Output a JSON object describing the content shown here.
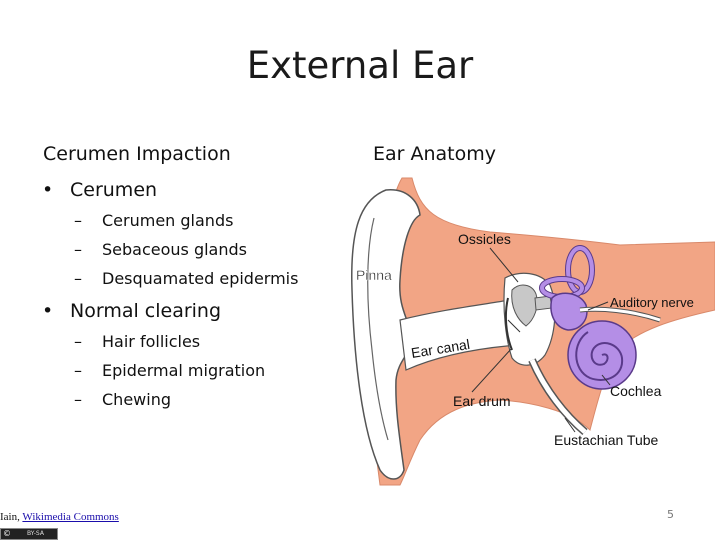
{
  "slide": {
    "title": "External Ear",
    "page_number": "5"
  },
  "left_column": {
    "heading": "Cerumen Impaction",
    "bullets": [
      {
        "text": "Cerumen",
        "subitems": [
          "Cerumen glands",
          "Sebaceous glands",
          "Desquamated epidermis"
        ]
      },
      {
        "text": "Normal clearing",
        "subitems": [
          "Hair follicles",
          "Epidermal migration",
          "Chewing"
        ]
      }
    ]
  },
  "right_column": {
    "heading": "Ear Anatomy",
    "diagram_labels": {
      "pinna": "Pinna",
      "ossicles": "Ossicles",
      "auditory_nerve": "Auditory nerve",
      "ear_canal": "Ear canal",
      "cochlea": "Cochlea",
      "ear_drum": "Ear drum",
      "eustachian_tube": "Eustachian Tube"
    }
  },
  "credit": {
    "author": "Iain,",
    "link_text": "Wikimedia Commons",
    "license_icon": "cc",
    "license_text": "BY-SA"
  },
  "colors": {
    "skin": "#f2a585",
    "cartilage": "#ffffff",
    "inner_ear": "#b48ee6",
    "inner_ear_outline": "#5a3a8a",
    "bone": "#c8c8c8"
  }
}
